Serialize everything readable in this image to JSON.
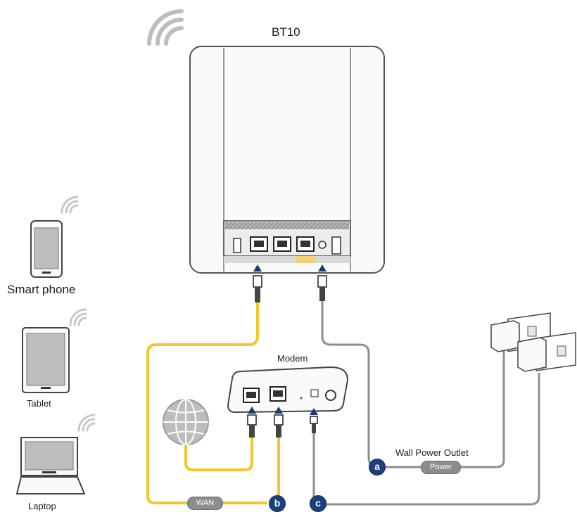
{
  "title": "BT10",
  "devices": {
    "smartphone": "Smart phone",
    "tablet": "Tablet",
    "laptop": "Laptop"
  },
  "modem": {
    "label": "Modem"
  },
  "outlet": {
    "label": "Wall Power Outlet"
  },
  "cables": {
    "wan_label": "WAN",
    "power_label": "Power"
  },
  "steps": {
    "a": "a",
    "b": "b",
    "c": "c"
  },
  "colors": {
    "wan_cable": "#f5c52c",
    "power_cable": "#8e8e8e",
    "step_badge": "#1f3f7a"
  },
  "icons": [
    "wifi-waves-icon",
    "globe-icon",
    "ethernet-port-icon",
    "power-plug-icon"
  ]
}
